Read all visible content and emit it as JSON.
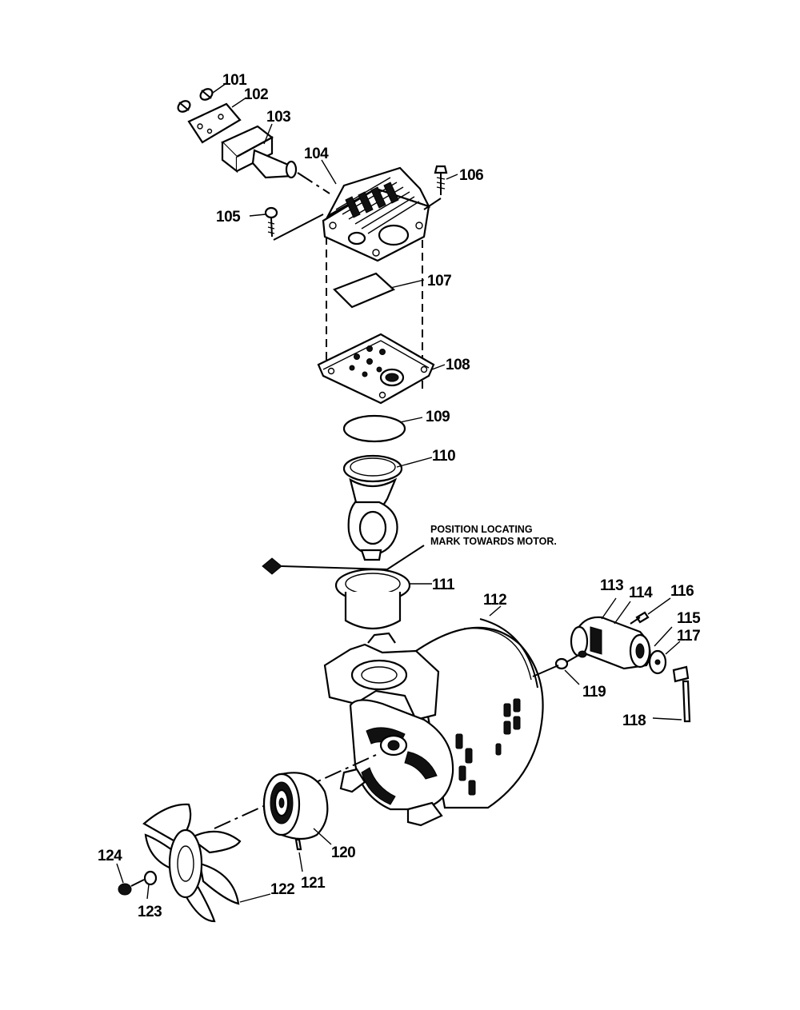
{
  "part_labels": {
    "p101": "101",
    "p102": "102",
    "p103": "103",
    "p104": "104",
    "p105": "105",
    "p106": "106",
    "p107": "107",
    "p108": "108",
    "p109": "109",
    "p110": "110",
    "p111": "111",
    "p112": "112",
    "p113": "113",
    "p114": "114",
    "p115": "115",
    "p116": "116",
    "p117": "117",
    "p118": "118",
    "p119": "119",
    "p120": "120",
    "p121": "121",
    "p122": "122",
    "p123": "123",
    "p124": "124"
  },
  "note": {
    "line1": "POSITION LOCATING",
    "line2": "MARK TOWARDS MOTOR."
  }
}
